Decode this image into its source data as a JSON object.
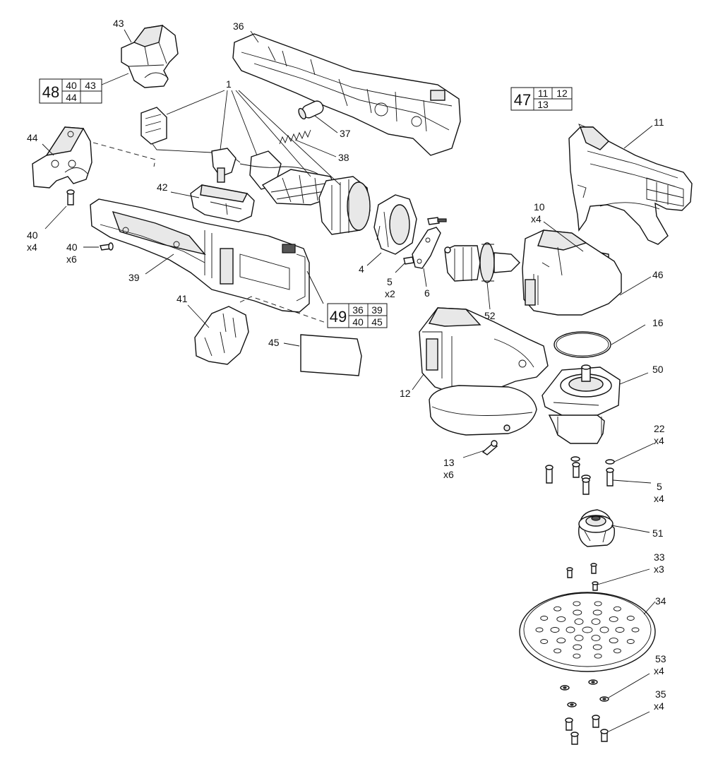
{
  "callouts": {
    "c1": "1",
    "c4": "4",
    "c5a": "5",
    "c5a_qty": "x2",
    "c5b": "5",
    "c5b_qty": "x4",
    "c6": "6",
    "c10": "10",
    "c10_qty": "x4",
    "c11": "11",
    "c12": "12",
    "c13": "13",
    "c13_qty": "x6",
    "c16": "16",
    "c22": "22",
    "c22_qty": "x4",
    "c33": "33",
    "c33_qty": "x3",
    "c34": "34",
    "c35": "35",
    "c35_qty": "x4",
    "c36": "36",
    "c37": "37",
    "c38": "38",
    "c39": "39",
    "c40a": "40",
    "c40a_qty": "x4",
    "c40b": "40",
    "c40b_qty": "x6",
    "c41": "41",
    "c42": "42",
    "c43": "43",
    "c44": "44",
    "c45": "45",
    "c46": "46",
    "c50": "50",
    "c51": "51",
    "c52": "52",
    "c53": "53",
    "c53_qty": "x4"
  },
  "kits": [
    {
      "id": "48",
      "cells": [
        "40",
        "43",
        "44",
        ""
      ]
    },
    {
      "id": "47",
      "cells": [
        "11",
        "12",
        "13",
        ""
      ]
    },
    {
      "id": "49",
      "cells": [
        "36",
        "39",
        "40",
        "45"
      ]
    }
  ]
}
